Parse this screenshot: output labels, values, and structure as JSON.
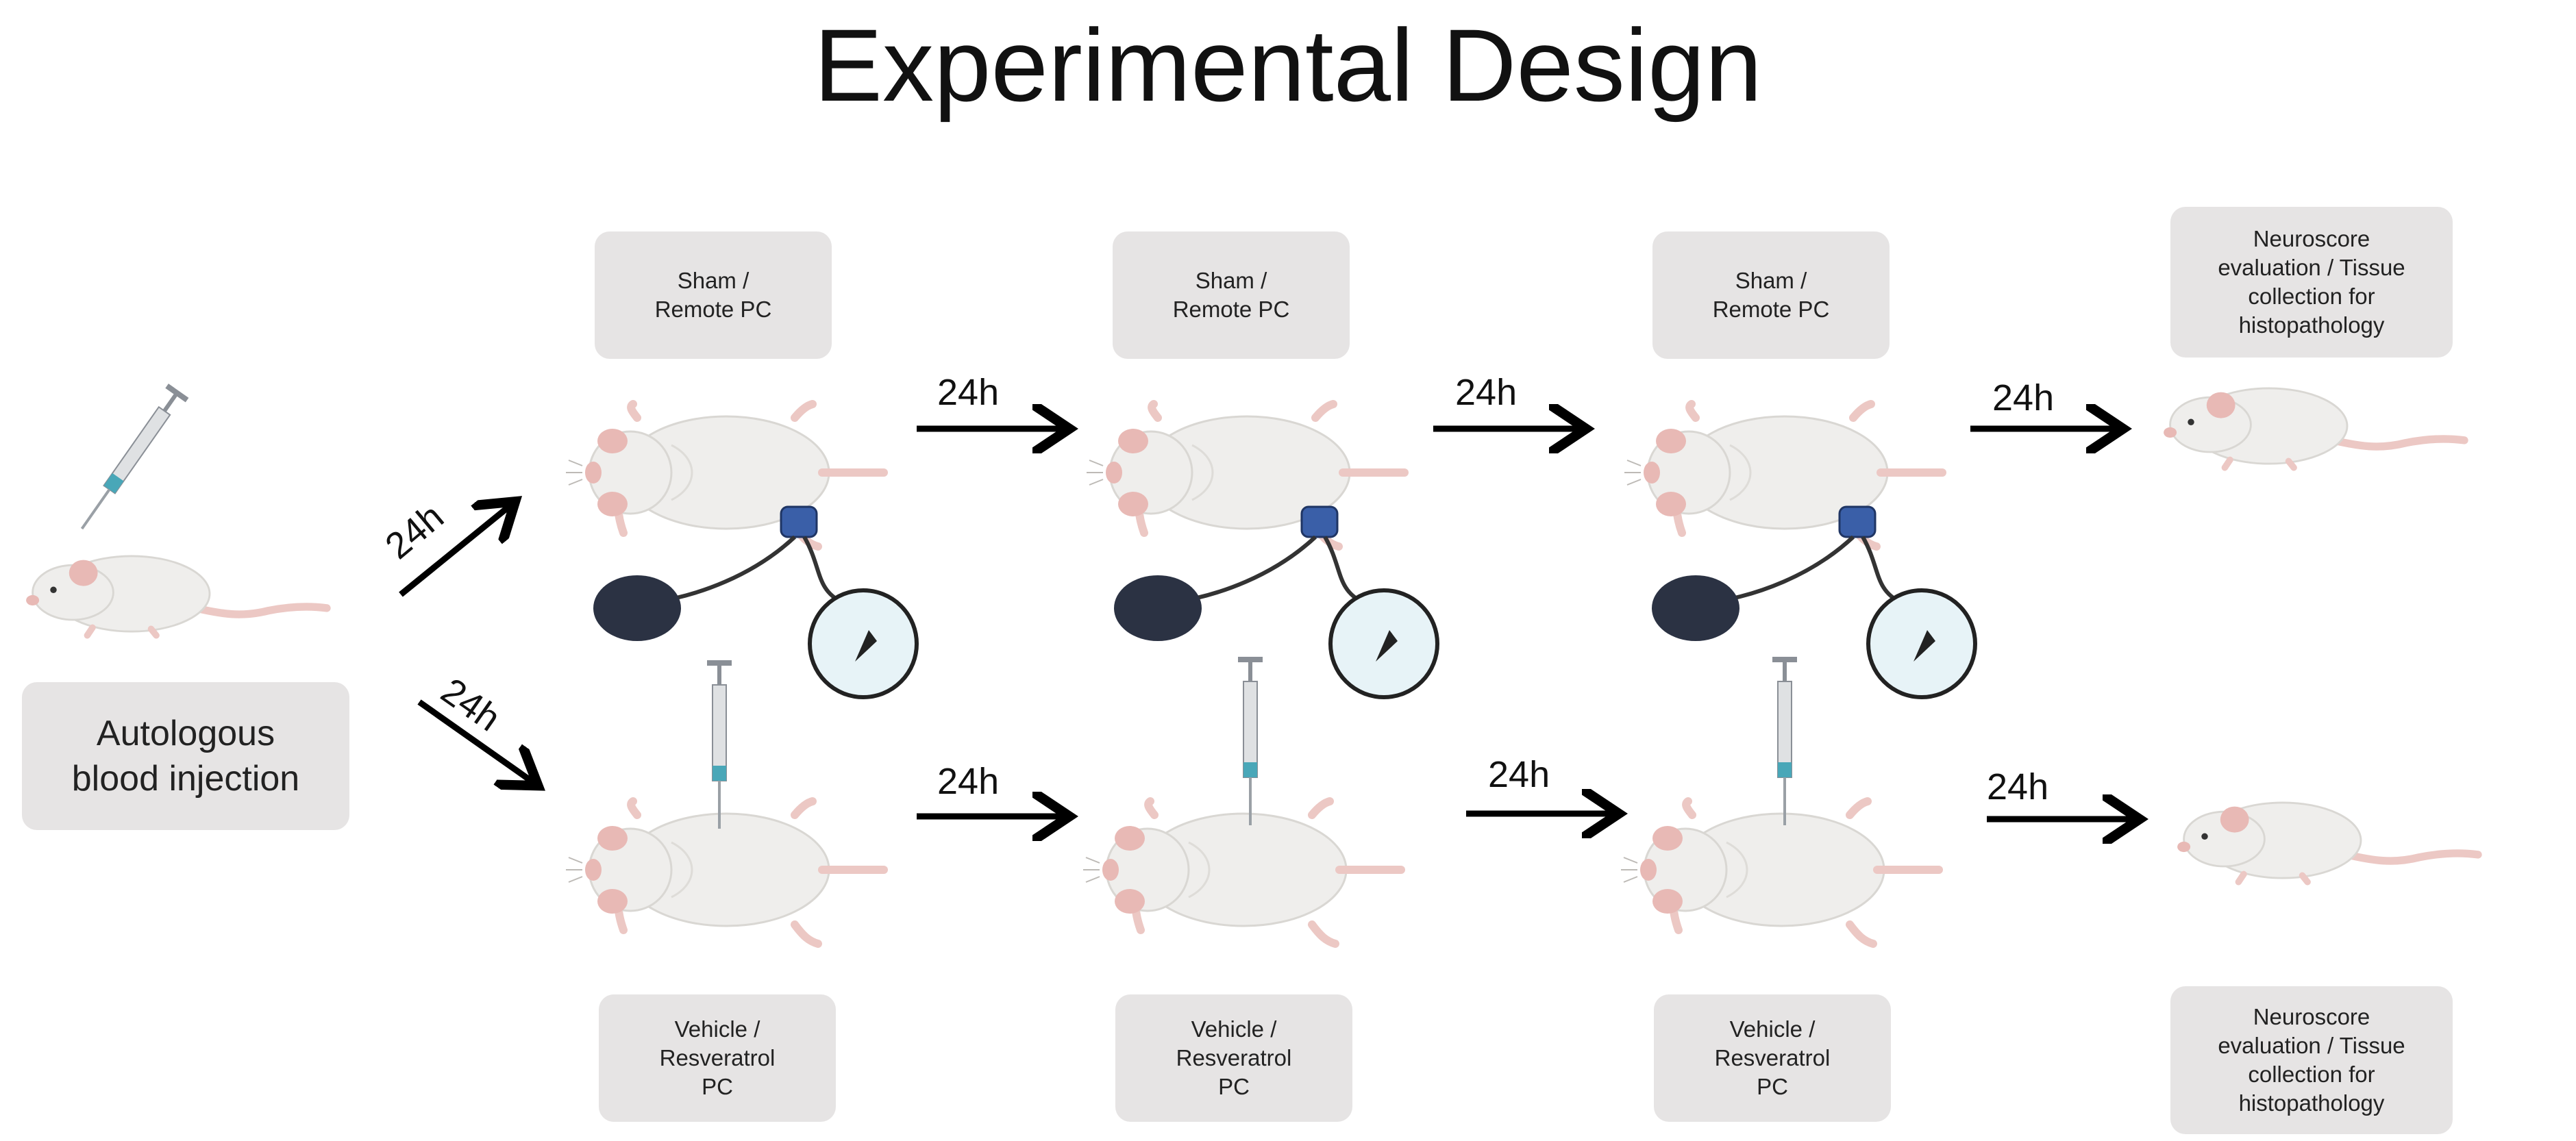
{
  "title": "Experimental Design",
  "start_label": "Autologous\nblood injection",
  "top_row": {
    "steps": [
      {
        "label": "Sham /\nRemote PC"
      },
      {
        "label": "Sham /\nRemote PC"
      },
      {
        "label": "Sham /\nRemote PC"
      }
    ],
    "final_label": "Neuroscore\nevaluation / Tissue\ncollection for\nhistopathology"
  },
  "bottom_row": {
    "steps": [
      {
        "label": "Vehicle /\nResveratrol\nPC"
      },
      {
        "label": "Vehicle /\nResveratrol\nPC"
      },
      {
        "label": "Vehicle /\nResveratrol\nPC"
      }
    ],
    "final_label": "Neuroscore\nevaluation / Tissue\ncollection for\nhistopathology"
  },
  "interval_label": "24h",
  "colors": {
    "cuff": "#3a5fa8",
    "bulb": "#2b3243",
    "gauge_face": "#e7f3f7",
    "rat_body": "#efeeec",
    "rat_ear": "#e8b9b5",
    "tail": "#ecc8c4"
  }
}
